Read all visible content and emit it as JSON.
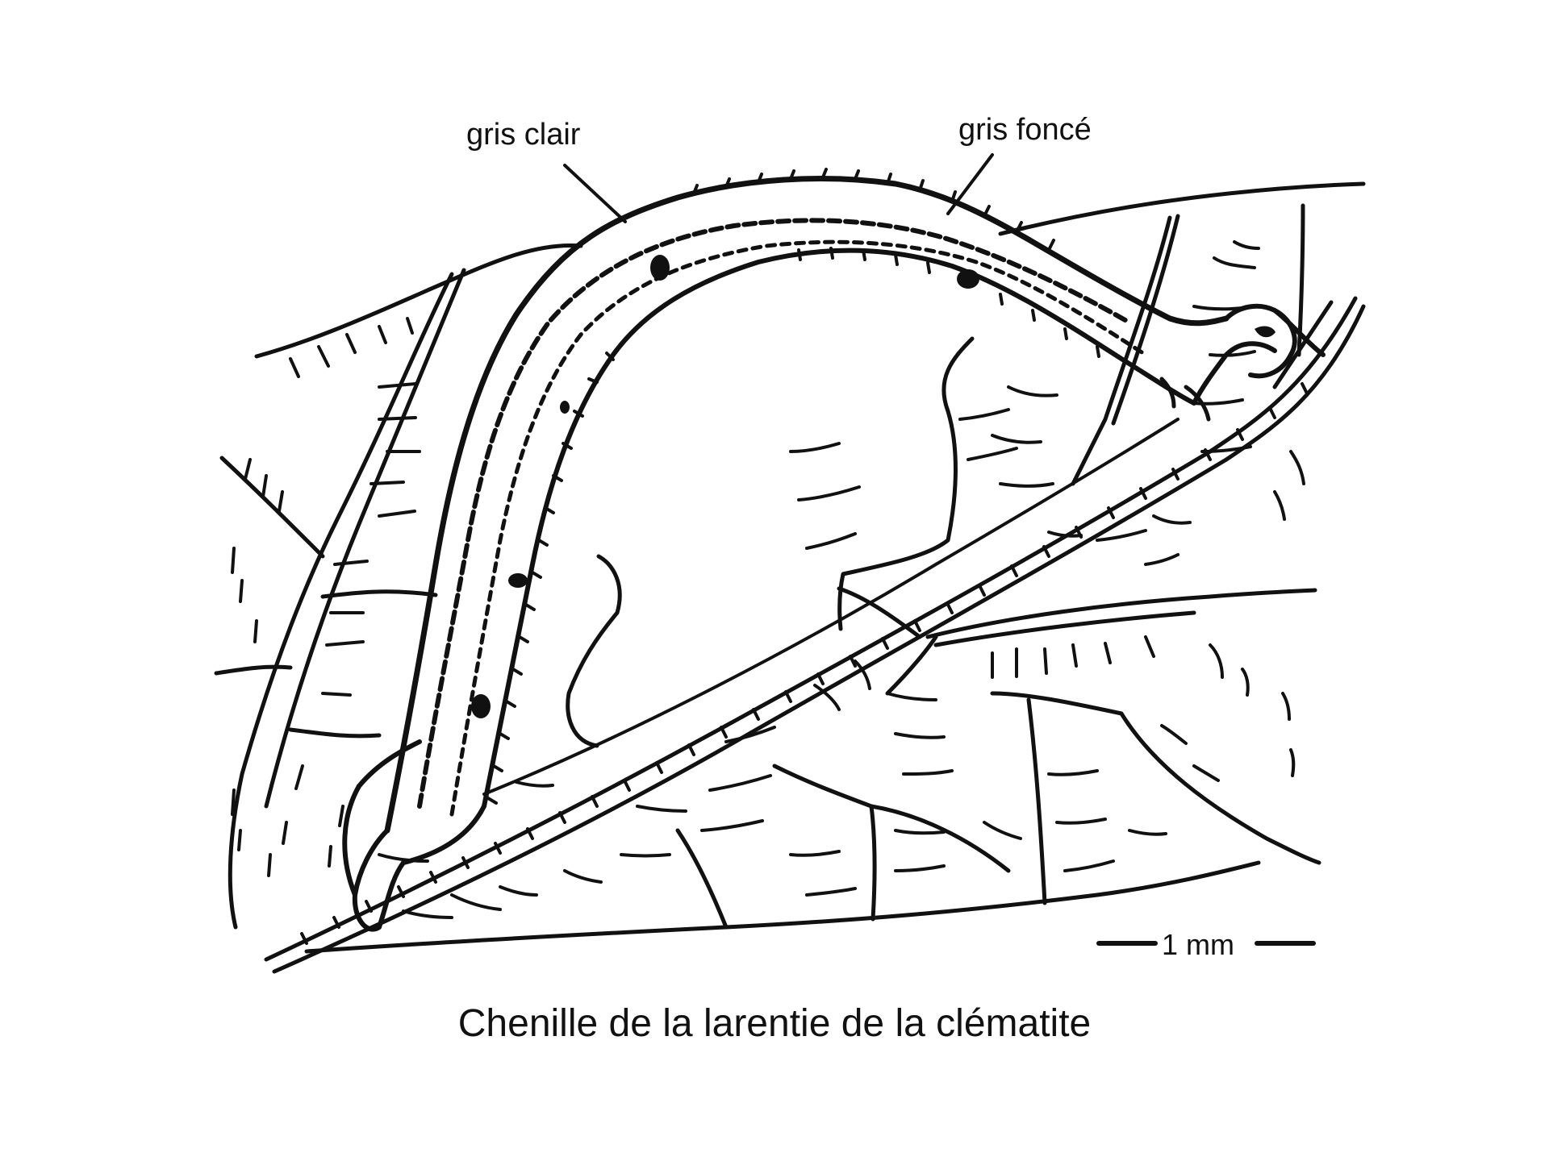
{
  "labels": {
    "light_grey": "gris clair",
    "dark_grey": "gris foncé"
  },
  "scale_bar": {
    "label": "1 mm"
  },
  "caption": "Chenille de la larentie de la clématite",
  "colors": {
    "ink": "#111111",
    "background": "#ffffff"
  }
}
